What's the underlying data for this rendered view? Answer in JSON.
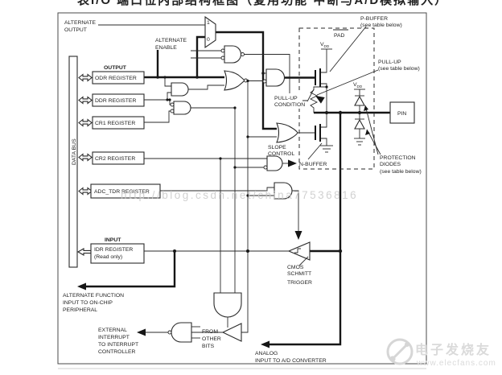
{
  "caption_truncated": "表I/O 端口位内部结构框图（复用功能 中断与A/D模拟输入）",
  "registers": {
    "output_group": "OUTPUT",
    "input_group": "INPUT",
    "odr": "ODR REGISTER",
    "ddr": "DDR REGISTER",
    "cr1": "CR1 REGISTER",
    "cr2": "CR2 REGISTER",
    "adc": "ADC_TDR REGISTER",
    "idr": "IDR REGISTER",
    "idr_note": "(Read only)",
    "data_bus": "DATA BUS"
  },
  "labels": {
    "alt_output": [
      "ALTERNATE",
      "OUTPUT"
    ],
    "alt_enable": [
      "ALTERNATE",
      "ENABLE"
    ],
    "mux1": "1",
    "mux0": "0",
    "p_buffer": [
      "P-BUFFER",
      "(see table below)"
    ],
    "pad": "PAD",
    "vdd": "V",
    "vdd_sub": "DD",
    "pull_up": [
      "PULL-UP",
      "(see table below)"
    ],
    "pull_up_condition": [
      "PULL-UP",
      "CONDITION"
    ],
    "slope_control": [
      "SLOPE",
      "CONTROL"
    ],
    "n_buffer": "N-BUFFER",
    "pin": "PIN",
    "protection_diodes": [
      "PROTECTION",
      "DIODES",
      "(see table below)"
    ],
    "cmos_schmitt": [
      "CMOS",
      "SCHMITT",
      "TRIGGER"
    ],
    "alt_function": [
      "ALTERNATE FUNCTION",
      "INPUT TO ON-CHIP",
      "PERIPHERAL"
    ],
    "ext_interrupt": [
      "EXTERNAL",
      "INTERRUPT",
      "TO INTERRUPT",
      "CONTROLLER"
    ],
    "from_other_bits": [
      "FROM",
      "OTHER",
      "BITS"
    ],
    "analog": [
      "ANALOG",
      "INPUT TO A/D CONVERTER"
    ]
  },
  "watermark": {
    "url": "http://blog.csdn.net/china77536816",
    "brand": "电子发烧友",
    "site": "www.elecfans.com"
  },
  "colors": {
    "ink": "#1f1f1f",
    "border": "#4a4a4a",
    "watermark_gray": "#c9c9c9",
    "logo_gray": "#dadada",
    "background": "#ffffff"
  }
}
